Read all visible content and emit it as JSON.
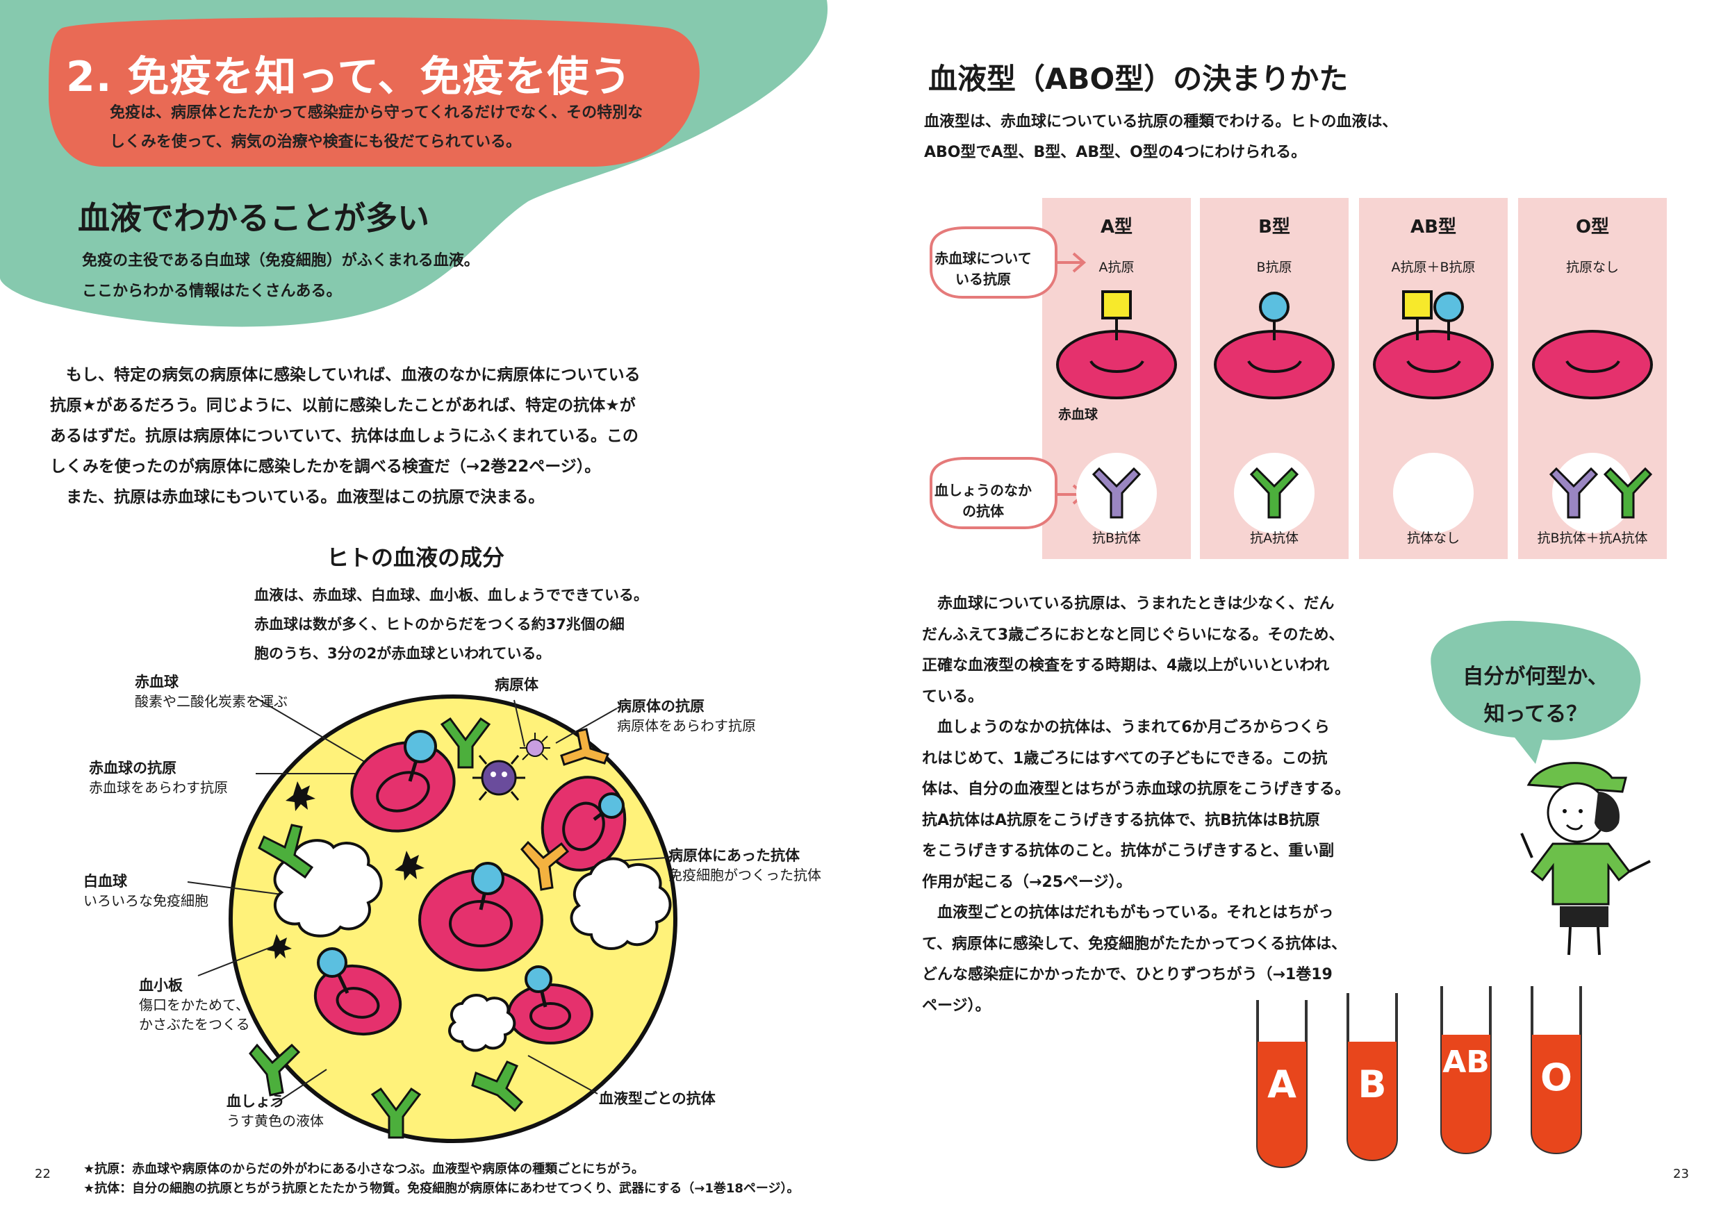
{
  "left": {
    "title": "2. 免疫を知って、免疫を使う",
    "intro": [
      "免疫は、病原体とたたかって感染症から守ってくれるだけでなく、その特別な",
      "しくみを使って、病気の治療や検査にも役だてられている。"
    ],
    "section_title": "血液でわかることが多い",
    "section_lead": [
      "免疫の主役である白血球（免疫細胞）がふくまれる血液。",
      "ここからわかる情報はたくさんある。"
    ],
    "body": [
      "　もし、特定の病気の病原体に感染していれば、血液のなかに病原体についている",
      "抗原★があるだろう。同じように、以前に感染したことがあれば、特定の抗体★が",
      "あるはずだ。抗原は病原体についていて、抗体は血しょうにふくまれている。この",
      "しくみを使ったのが病原体に感染したかを調べる検査だ（→2巻22ページ）。",
      "　また、抗原は赤血球にもついている。血液型はこの抗原で決まる。"
    ],
    "figure_title": "ヒトの血液の成分",
    "figure_caption": [
      "血液は、赤血球、白血球、血小板、血しょうでできている。",
      "赤血球は数が多く、ヒトのからだをつくる約37兆個の細",
      "胞のうち、3分の2が赤血球といわれている。"
    ],
    "labels": {
      "rbc_title": "赤血球",
      "rbc_desc": "酸素や二酸化炭素を運ぶ",
      "rbc_antigen_title": "赤血球の抗原",
      "rbc_antigen_desc": "赤血球をあらわす抗原",
      "wbc_title": "白血球",
      "wbc_desc": "いろいろな免疫細胞",
      "platelet_title": "血小板",
      "platelet_desc1": "傷口をかためて、",
      "platelet_desc2": "かさぶたをつくる",
      "plasma_title": "血しょう",
      "plasma_desc": "うす黄色の液体",
      "pathogen": "病原体",
      "pathogen_antigen_title": "病原体の抗原",
      "pathogen_antigen_desc": "病原体をあらわす抗原",
      "pathogen_antibody_title": "病原体にあった抗体",
      "pathogen_antibody_desc": "免疫細胞がつくった抗体",
      "bloodtype_antibody": "血液型ごとの抗体"
    },
    "footnotes": [
      "★抗原：赤血球や病原体のからだの外がわにある小さなつぶ。血液型や病原体の種類ごとにちがう。",
      "★抗体：自分の細胞の抗原とちがう抗原とたたかう物質。免疫細胞が病原体にあわせてつくり、武器にする（→1巻18ページ）。"
    ],
    "page_number": "22"
  },
  "right": {
    "title": "血液型（ABO型）の決まりかた",
    "intro": [
      "血液型は、赤血球についている抗原の種類でわける。ヒトの血液は、",
      "ABO型でA型、B型、AB型、O型の4つにわけられる。"
    ],
    "side_label_antigen": [
      "赤血球について",
      "いる抗原"
    ],
    "side_label_antibody": [
      "血しょうのなか",
      "の抗体"
    ],
    "rbc_label": "赤血球",
    "types": [
      {
        "name": "A型",
        "antigen": "A抗原",
        "antibody": "抗B抗体"
      },
      {
        "name": "B型",
        "antigen": "B抗原",
        "antibody": "抗A抗体"
      },
      {
        "name": "AB型",
        "antigen": "A抗原＋B抗原",
        "antibody": "抗体なし"
      },
      {
        "name": "O型",
        "antigen": "抗原なし",
        "antibody": "抗B抗体＋抗A抗体"
      }
    ],
    "body": [
      "　赤血球についている抗原は、うまれたときは少なく、だん",
      "だんふえて3歳ごろにおとなと同じぐらいになる。そのため、",
      "正確な血液型の検査をする時期は、4歳以上がいいといわれ",
      "ている。",
      "　血しょうのなかの抗体は、うまれて6か月ごろからつくら",
      "れはじめて、1歳ごろにはすべての子どもにできる。この抗",
      "体は、自分の血液型とはちがう赤血球の抗原をこうげきする。",
      "抗A抗体はA抗原をこうげきする抗体で、抗B抗体はB抗原",
      "をこうげきする抗体のこと。抗体がこうげきすると、重い副",
      "作用が起こる（→25ページ）。",
      "　血液型ごとの抗体はだれもがもっている。それとはちがっ",
      "て、病原体に感染して、免疫細胞がたたかってつくる抗体は、",
      "どんな感染症にかかったかで、ひとりずつちがう（→1巻19",
      "ページ）。"
    ],
    "speech": [
      "自分が何型か、",
      "知ってる？"
    ],
    "tubes": [
      "A",
      "B",
      "AB",
      "O"
    ],
    "page_number": "23"
  },
  "colors": {
    "green": "#86c9ae",
    "coral": "#e96a55",
    "pink_panel": "#f7d4d2",
    "rbc": "#e5316d",
    "yellow": "#fff27a",
    "cyan": "#5bbfe0",
    "antigen_yellow": "#f7e92b",
    "purple": "#9a86c2",
    "antibody_green": "#4caf3c",
    "tube_red": "#e8461c"
  }
}
